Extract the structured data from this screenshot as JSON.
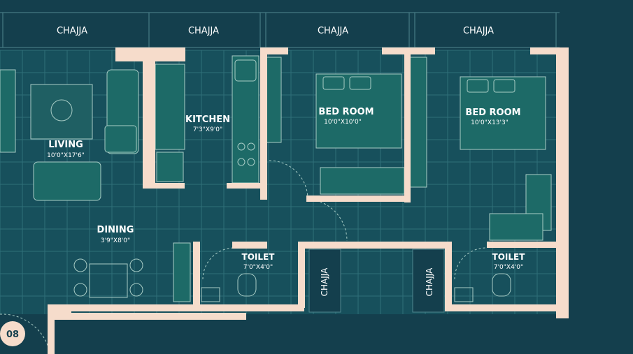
{
  "colors": {
    "background": "#143f4d",
    "floor": "#17505c",
    "grid": "#2f6f79",
    "wall": "#f6dccb",
    "furniture": "#1d6a67",
    "furniture_line": "#a9cdc6",
    "text": "#ffffff"
  },
  "chajja_top": [
    "CHAJJA",
    "CHAJJA",
    "CHAJJA",
    "CHAJJA"
  ],
  "chajja_side": [
    "CHAJJA",
    "CHAJJA"
  ],
  "rooms": {
    "living": {
      "name": "LIVING",
      "size": "10'0\"X17'6\""
    },
    "kitchen": {
      "name": "KITCHEN",
      "size": "7'3\"X9'0\""
    },
    "bedroom1": {
      "name": "BED ROOM",
      "size": "10'0\"X10'0\""
    },
    "bedroom2": {
      "name": "BED ROOM",
      "size": "10'0\"X13'3\""
    },
    "dining": {
      "name": "DINING",
      "size": "3'9\"X8'0\""
    },
    "toilet1": {
      "name": "TOILET",
      "size": "7'0\"X4'0\""
    },
    "toilet2": {
      "name": "TOILET",
      "size": "7'0\"X4'0\""
    }
  },
  "unit_number": "08"
}
